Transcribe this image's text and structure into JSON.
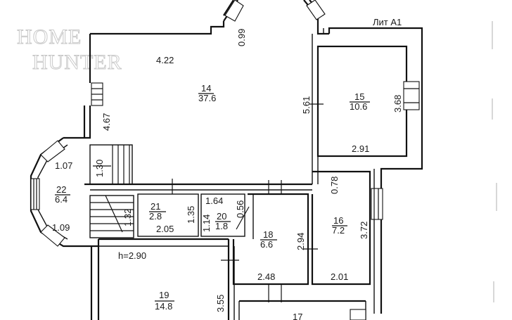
{
  "watermark": {
    "line1": "HOME",
    "line2": "HUNTER"
  },
  "building_label": "Лит А1",
  "rooms": [
    {
      "num": "14",
      "area": "37.6"
    },
    {
      "num": "15",
      "area": "10.6"
    },
    {
      "num": "16",
      "area": "7.2"
    },
    {
      "num": "17",
      "area": ""
    },
    {
      "num": "18",
      "area": "6.6"
    },
    {
      "num": "19",
      "area": "14.8"
    },
    {
      "num": "20",
      "area": "1.8"
    },
    {
      "num": "21",
      "area": "2.8"
    },
    {
      "num": "22",
      "area": "6.4"
    }
  ],
  "dimensions": [
    "4.22",
    "0.99",
    "5.61",
    "3.68",
    "2.91",
    "4.67",
    "1.30",
    "1.07",
    "1.09",
    "1.32",
    "1.35",
    "2.05",
    "1.64",
    "1.14",
    "0.56",
    "0.78",
    "3.72",
    "2.94",
    "2.48",
    "2.01",
    "3.55"
  ],
  "height_note": "h=2.90"
}
